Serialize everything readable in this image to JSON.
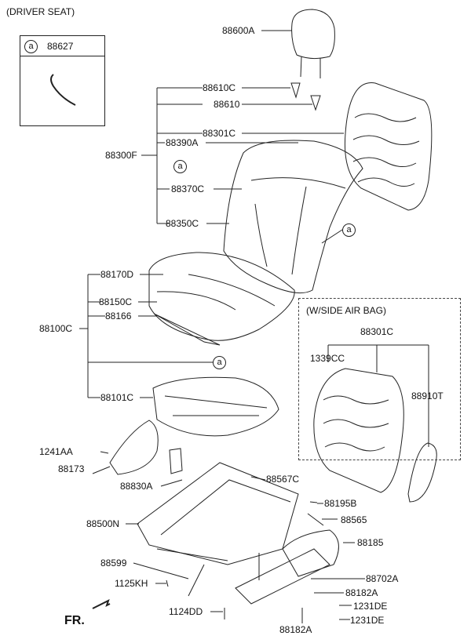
{
  "title": "(DRIVER SEAT)",
  "inset": {
    "marker": "a",
    "part": "88627"
  },
  "side_airbag": {
    "title": "(W/SIDE AIR BAG)"
  },
  "callout_marker": "a",
  "front_label": "FR.",
  "labels": {
    "p88600A": "88600A",
    "p88610C": "88610C",
    "p88610": "88610",
    "p88301C": "88301C",
    "p88390A": "88390A",
    "p88300F": "88300F",
    "p88370C": "88370C",
    "p88350C": "88350C",
    "p88170D": "88170D",
    "p88150C": "88150C",
    "p88166": "88166",
    "p88100C": "88100C",
    "p88101C": "88101C",
    "p1241AA": "1241AA",
    "p88173": "88173",
    "p88830A": "88830A",
    "p88567C": "88567C",
    "p88195B": "88195B",
    "p88565": "88565",
    "p88500N": "88500N",
    "p88185": "88185",
    "p88599": "88599",
    "p88702A": "88702A",
    "p1125KH": "1125KH",
    "p88182A_a": "88182A",
    "p1231DE_a": "1231DE",
    "p1124DD": "1124DD",
    "p88182A_b": "88182A",
    "p1231DE_b": "1231DE",
    "sab_88301C": "88301C",
    "sab_1339CC": "1339CC",
    "sab_88910T": "88910T"
  }
}
